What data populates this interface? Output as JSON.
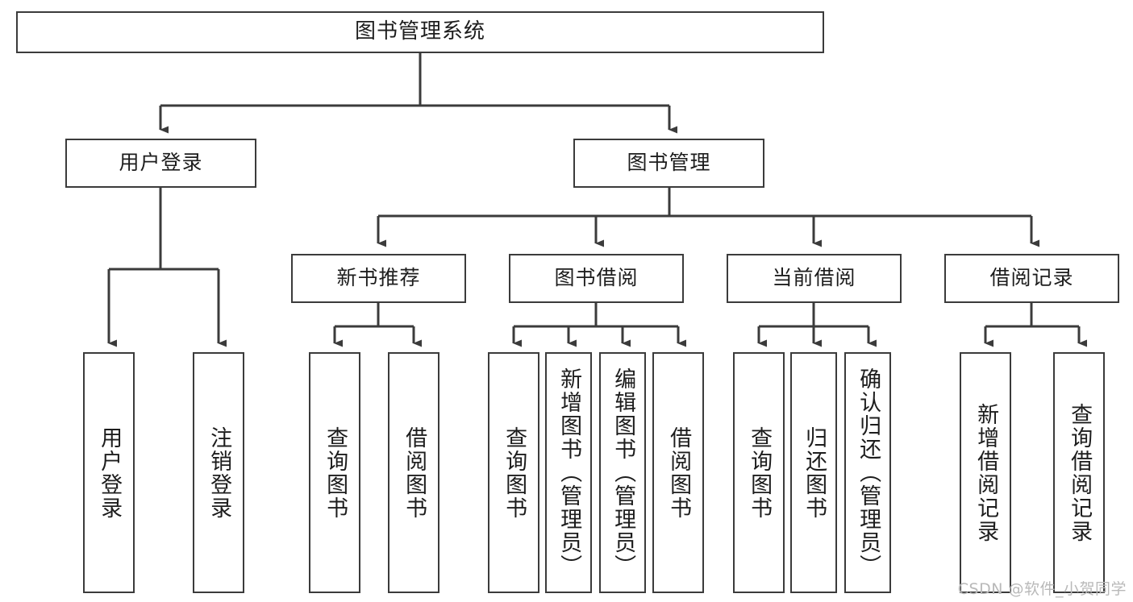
{
  "diagram": {
    "type": "tree-hierarchy",
    "title": "图书管理系统",
    "root": {
      "label": "图书管理系统"
    },
    "level2": [
      {
        "label": "用户登录"
      },
      {
        "label": "图书管理"
      }
    ],
    "level3": [
      {
        "label": "新书推荐"
      },
      {
        "label": "图书借阅"
      },
      {
        "label": "当前借阅"
      },
      {
        "label": "借阅记录"
      }
    ],
    "leaves": {
      "user_login": [
        {
          "label": "用户登录"
        },
        {
          "label": "注销登录"
        }
      ],
      "new_book_recommend": [
        {
          "label": "查询图书"
        },
        {
          "label": "借阅图书"
        }
      ],
      "book_borrow": [
        {
          "label": "查询图书"
        },
        {
          "label": "新增图书（管理员）"
        },
        {
          "label": "编辑图书（管理员）"
        },
        {
          "label": "借阅图书"
        }
      ],
      "current_borrow": [
        {
          "label": "查询图书"
        },
        {
          "label": "归还图书"
        },
        {
          "label": "确认归还（管理员）"
        }
      ],
      "borrow_record": [
        {
          "label": "新增借阅记录"
        },
        {
          "label": "查询借阅记录"
        }
      ]
    }
  },
  "watermark": {
    "text": "CSDN @软件_小贺同学"
  },
  "colors": {
    "stroke": "#3b3b3b",
    "background": "#ffffff",
    "text": "#1d1d1d",
    "watermark": "#b9b9b9"
  }
}
